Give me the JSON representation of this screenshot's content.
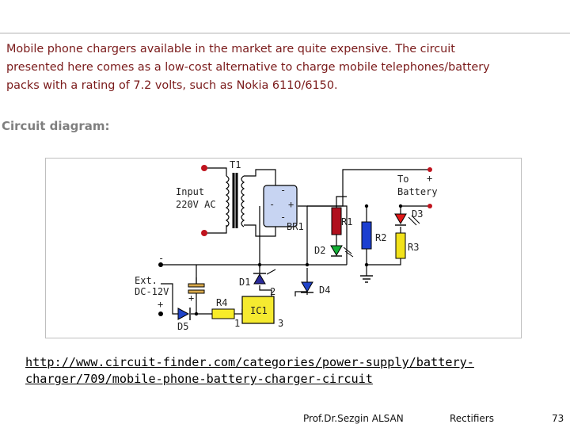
{
  "intro": {
    "lines": [
      "Mobile phone chargers available in the market are quite expensive. The circuit",
      "presented here comes as a low-cost alternative to charge mobile telephones/battery",
      "packs with a rating of 7.2 volts, such as Nokia 6110/6150."
    ]
  },
  "heading": "Circuit diagram:",
  "diagram": {
    "labels": {
      "t1": "T1",
      "input1": "Input",
      "input2": "220V AC",
      "br1": "BR1",
      "to": "To",
      "battery": "Battery",
      "plus_top": "+",
      "d3": "D3",
      "r1": "R1",
      "r2": "R2",
      "r3": "R3",
      "d2": "D2",
      "ext1": "Ext.",
      "ext2": "DC-12V",
      "d1": "D1",
      "pin2": "2",
      "d4": "D4",
      "r4": "R4",
      "ic1": "IC1",
      "pin1": "1",
      "pin3": "3",
      "d5": "D5",
      "cap_plus": "+",
      "dc_plus": "+",
      "dc_minus": "-",
      "br_minus_top": "-",
      "br_minus_left": "-",
      "br_plus": "+",
      "br_minus_bottom": "-"
    },
    "colors": {
      "terminal": "#c0141e",
      "r1": "#b0101e",
      "r2": "#1c3fd0",
      "r3": "#f2e21a",
      "r4": "#f7ec28",
      "ic1": "#f5ea30",
      "bridge": "#c7d4f2",
      "d3": "#e01818",
      "d2": "#13b035",
      "d4": "#1f43c8",
      "d5": "#1f43c8",
      "d1": "#2a2a9a",
      "capacitor": "#d9a94a"
    }
  },
  "url": {
    "line1": "http://www.circuit-finder.com/categories/power-supply/battery-",
    "line2": "charger/709/mobile-phone-battery-charger-circuit"
  },
  "footer": {
    "author": "Prof.Dr.Sezgin ALSAN",
    "topic": "Rectifiers",
    "page": "73"
  }
}
